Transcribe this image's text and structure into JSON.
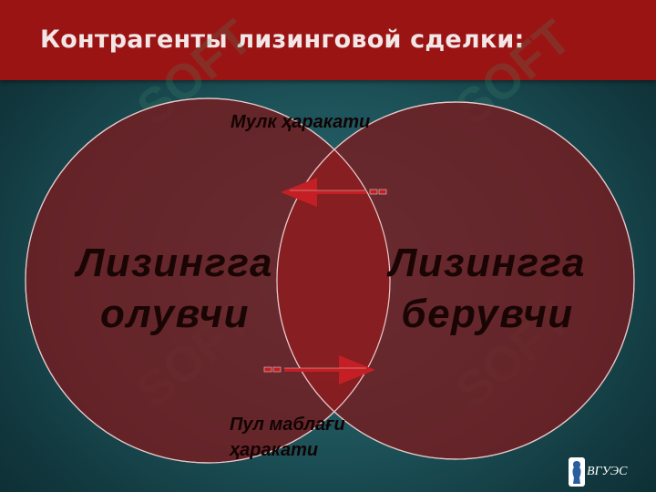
{
  "header": {
    "title": "Контрагенты лизинговой сделки:",
    "background": "#9b1414"
  },
  "diagram": {
    "type": "venn",
    "left_circle": {
      "line1": "Лизингга",
      "line2": "олувчи"
    },
    "right_circle": {
      "line1": "Лизингга",
      "line2": "берувчи"
    },
    "top_flow": {
      "label": "Мулк ҳаракати",
      "direction": "right-to-left"
    },
    "bottom_flow": {
      "label_line1": "Пул маблағи",
      "label_line2": "ҳаракати",
      "direction": "left-to-right"
    },
    "circle_fill": "#7a1a1e",
    "overlap_fill": "#8a1f22",
    "outline_color": "#e8c9c9"
  },
  "logo": {
    "text": "ВГУЭС",
    "icon": "university-logo-icon"
  },
  "watermark": {
    "icon": "soft-watermark-icon"
  }
}
